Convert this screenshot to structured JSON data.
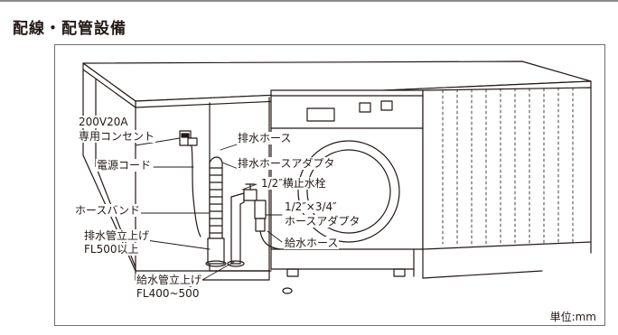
{
  "title": "配線・配管設備",
  "unit_note": "単位:mm",
  "labels": {
    "power_outlet_line1": "200V20A",
    "power_outlet_line2": "専用コンセント",
    "power_cord": "電源コード",
    "hose_band": "ホースバンド",
    "drain_pipe_line1": "排水管立上げ",
    "drain_pipe_line2": "FL500以上",
    "supply_pipe_line1": "給水管立上げ",
    "supply_pipe_line2": "FL400~500",
    "drain_hose": "排水ホース",
    "drain_hose_adapter": "排水ホースアダプタ",
    "stop_faucet": "1/2″横止水栓",
    "hose_adapter_line1": "1/2″×3/4″",
    "hose_adapter_line2": "ホースアダプタ",
    "supply_hose": "給水ホース"
  }
}
